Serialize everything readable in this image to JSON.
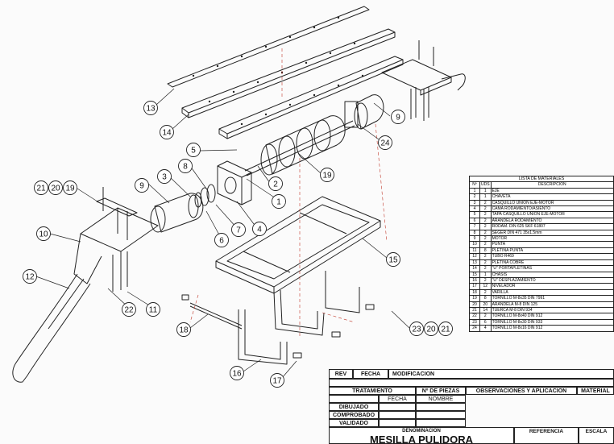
{
  "bom": {
    "caption": "LISTA DE MATERIALES",
    "headers": [
      "Nº",
      "UDS",
      "DESCRIPCION"
    ],
    "rows": [
      [
        "1",
        "1",
        "EJE"
      ],
      [
        "2",
        "1",
        "CHAVETA"
      ],
      [
        "3",
        "2",
        "CASQUILLO UNION EJE-MOTOR"
      ],
      [
        "4",
        "2",
        "CAMA RODAMIENTO/ASIENTO"
      ],
      [
        "5",
        "2",
        "TAPA CASQUILLO UNION EJE-MOTOR"
      ],
      [
        "6",
        "2",
        "ARANDELA RODAMIENTO"
      ],
      [
        "7",
        "2",
        "RODAM. DIN 625 SKF 61807"
      ],
      [
        "8",
        "2",
        "SEGER DIN 471 35x1.5mm"
      ],
      [
        "9",
        "2",
        "MOTOR"
      ],
      [
        "10",
        "2",
        "PUNTA"
      ],
      [
        "11",
        "8",
        "PLETINA PUNTA"
      ],
      [
        "12",
        "2",
        "TUBO R469"
      ],
      [
        "13",
        "2",
        "PLETINA COBRE"
      ],
      [
        "14",
        "2",
        "\"U\" PORTAPLETINAS"
      ],
      [
        "15",
        "1",
        "CHASIS"
      ],
      [
        "16",
        "2",
        "\"U\" DESPLAZAMIENTO"
      ],
      [
        "17",
        "12",
        "NIVELADOR"
      ],
      [
        "18",
        "2",
        "VARILLA"
      ],
      [
        "19",
        "8",
        "TORNILLO M-8x35 DIN 7991"
      ],
      [
        "20",
        "20",
        "ARANDELA M-8 DIN 125"
      ],
      [
        "21",
        "14",
        "TUERCA M-8 DIN 934"
      ],
      [
        "22",
        "2",
        "TORNILLO M-8x40 DIN 912"
      ],
      [
        "23",
        "6",
        "TORNILLO M-8x30 DIN 933"
      ],
      [
        "24",
        "4",
        "TORNILLO M-8x16 DIN 912"
      ]
    ]
  },
  "title_block": {
    "rev": "REV",
    "fecha": "FECHA",
    "modificacion": "MODIFICACION",
    "tratamiento": "TRATAMIENTO",
    "num_piezas": "Nº DE PIEZAS",
    "observaciones": "OBSERVACIONES Y APLICACION",
    "material": "MATERIAL",
    "col_fecha": "FECHA",
    "col_nombre": "NOMBRE",
    "dibujado": "DIBUJADO",
    "comprobado": "COMPROBADO",
    "validado": "VALIDADO",
    "denominacion": "DENOMINACION",
    "title": "MESILLA PULIDORA",
    "referencia": "REFERENCIA",
    "escala": "ESCALA"
  },
  "balloons": [
    {
      "id": "13",
      "label": "13"
    },
    {
      "id": "14",
      "label": "14"
    },
    {
      "id": "5",
      "label": "5"
    },
    {
      "id": "2",
      "label": "2"
    },
    {
      "id": "1",
      "label": "1"
    },
    {
      "id": "19",
      "label": "19"
    },
    {
      "id": "24",
      "label": "24"
    },
    {
      "id": "9a",
      "label": "9"
    },
    {
      "id": "9b",
      "label": "9"
    },
    {
      "id": "3",
      "label": "3"
    },
    {
      "id": "8",
      "label": "8"
    },
    {
      "id": "21a",
      "label": "21"
    },
    {
      "id": "20a",
      "label": "20"
    },
    {
      "id": "19b",
      "label": "19"
    },
    {
      "id": "10",
      "label": "10"
    },
    {
      "id": "6",
      "label": "6"
    },
    {
      "id": "7",
      "label": "7"
    },
    {
      "id": "4",
      "label": "4"
    },
    {
      "id": "12",
      "label": "12"
    },
    {
      "id": "15",
      "label": "15"
    },
    {
      "id": "22",
      "label": "22"
    },
    {
      "id": "11",
      "label": "11"
    },
    {
      "id": "18",
      "label": "18"
    },
    {
      "id": "16",
      "label": "16"
    },
    {
      "id": "17",
      "label": "17"
    },
    {
      "id": "23",
      "label": "23"
    },
    {
      "id": "20b",
      "label": "20"
    },
    {
      "id": "21b",
      "label": "21"
    }
  ]
}
